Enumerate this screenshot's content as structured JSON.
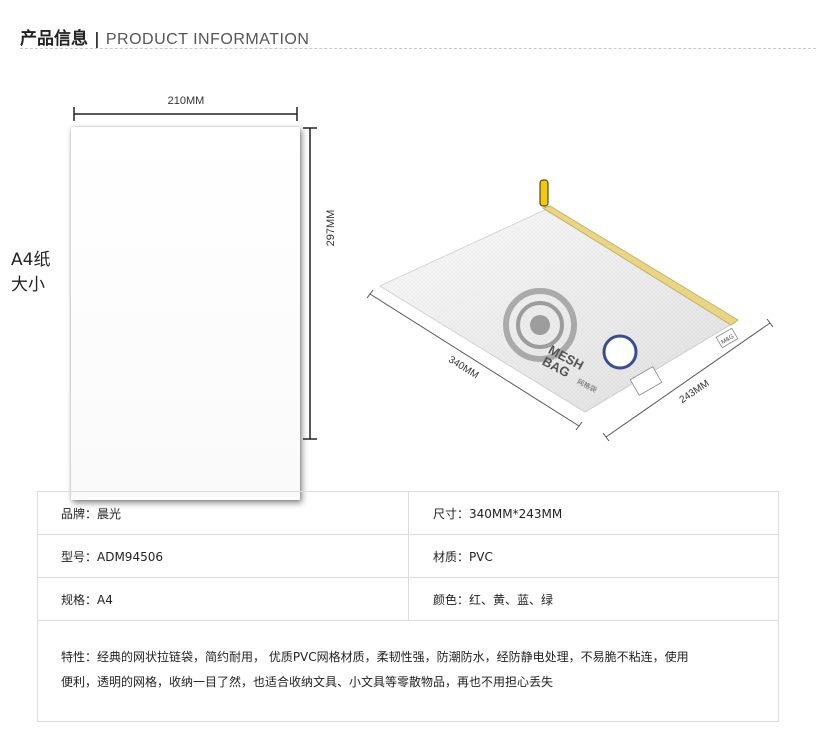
{
  "header": {
    "title_cn": "产品信息",
    "separator": "|",
    "title_en": "PRODUCT INFORMATION"
  },
  "illustration": {
    "a4_label_line1": "A4纸",
    "a4_label_line2": "大小",
    "paper_width": "210MM",
    "paper_height": "297MM",
    "bag_length": "340MM",
    "bag_width": "243MM",
    "bag_print_line1": "MESH",
    "bag_print_line2": "BAG",
    "bag_print_sub": "网格袋",
    "bag_brand": "M&G"
  },
  "specs": {
    "brand": "品牌：晨光",
    "size": "尺寸：340MM*243MM",
    "model": "型号：ADM94506",
    "material": "材质：PVC",
    "spec": "规格：A4",
    "color": "颜色：红、黄、蓝、绿",
    "features_line1": "特性：经典的网状拉链袋，简约耐用， 优质PVC网格材质，柔韧性强，防潮防水，经防静电处理，不易脆不粘连，使用",
    "features_line2": "便利，透明的网格，收纳一目了然，也适合收纳文具、小文具等零散物品，再也不用担心丢失"
  }
}
